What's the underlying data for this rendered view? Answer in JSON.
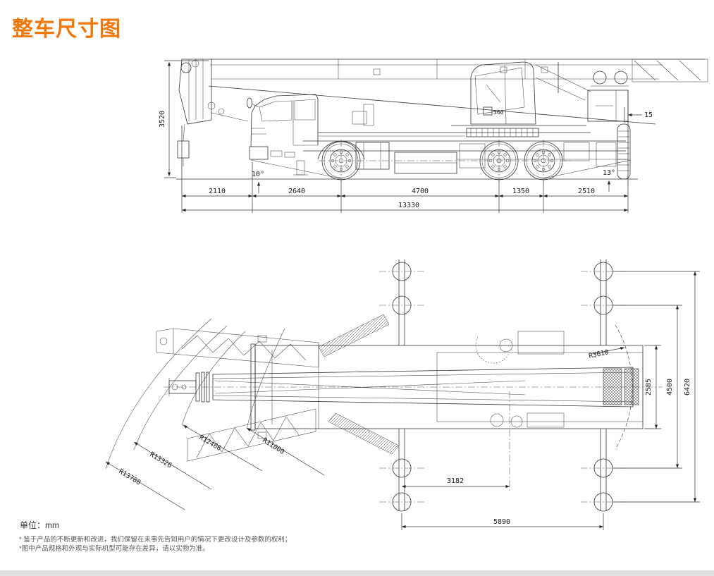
{
  "page": {
    "title": "整车尺寸图",
    "accent_color": "#f0770a",
    "unit_label": "单位：mm",
    "footnotes": [
      "* 鉴于产品的不断更新和改进，我们保留在未事先告知用户的情况下更改设计及参数的权利；",
      "*图中产品规格和外观与实际机型可能存在差异，请以实物为准。"
    ]
  },
  "side_view": {
    "dims": {
      "height": "3520",
      "front_overhang": "2110",
      "cab_to_axle": "2640",
      "wheelbase": "4700",
      "rear_axle_spacing": "1350",
      "rear_overhang": "2510",
      "overall_length": "13330",
      "approach_angle": "10°",
      "departure_angle": "13°",
      "rear_gap": "15",
      "cab_badge": "360"
    }
  },
  "top_view": {
    "dims": {
      "outrigger_to_slew_center": "3182",
      "outrigger_longitudinal_base": "5890",
      "body_width": "2585",
      "outrigger_span_mid": "4500",
      "outrigger_span_full": "6420",
      "tail_swing_radius": "R3610",
      "turning_radius_1": "R13788",
      "turning_radius_2": "R13326",
      "turning_radius_3": "R12466",
      "turning_radius_4": "R11000"
    }
  }
}
